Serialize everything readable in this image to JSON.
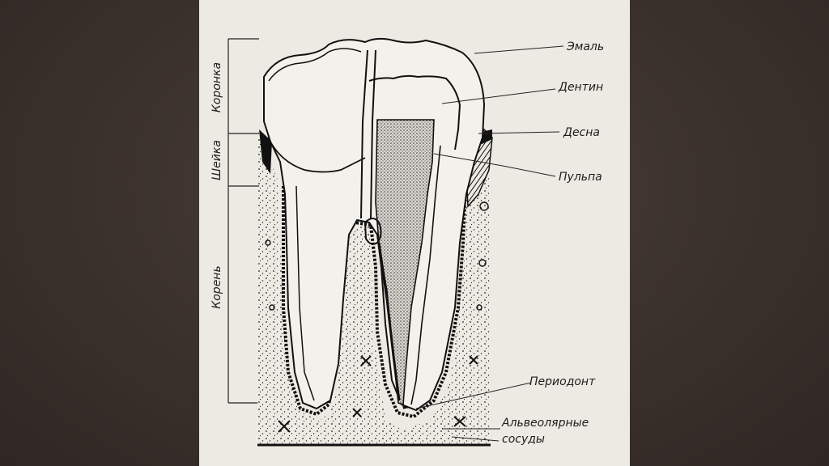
{
  "diagram": {
    "labels": {
      "enamel": "Эмаль",
      "dentin": "Дентин",
      "gum": "Десна",
      "pulp": "Пульпа",
      "periodontium": "Периодонт",
      "alveolar_vessels_line1": "Альвеолярные",
      "alveolar_vessels_line2": "сосуды"
    },
    "sections": {
      "crown": "Коронка",
      "neck": "Шейка",
      "root": "Корень"
    }
  },
  "colors": {
    "background": "#3d332f",
    "panel": "#edeae3",
    "ink": "#1c1c1c"
  }
}
